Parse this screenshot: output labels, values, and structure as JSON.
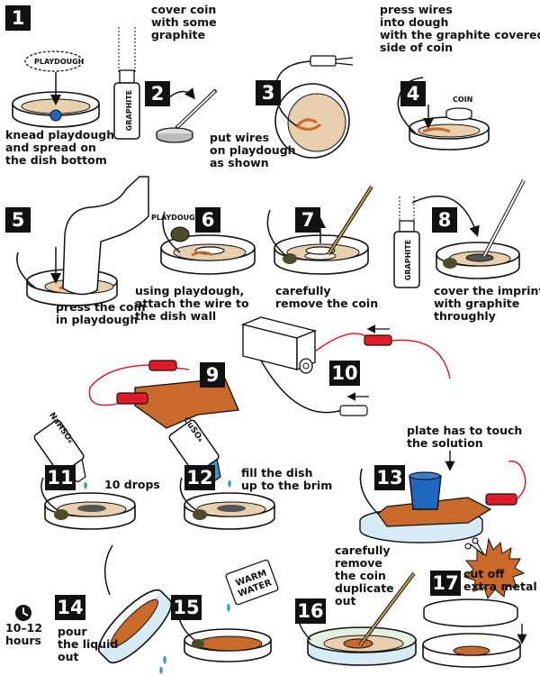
{
  "steps": {
    "s1": {
      "num": "1",
      "caption": [
        "knead playdough",
        "and spread on",
        "the dish bottom"
      ],
      "label": "PLAYDOUGH"
    },
    "s2": {
      "num": "2",
      "caption": [
        "cover coin",
        "with some",
        "graphite"
      ],
      "label": "GRAPHITE"
    },
    "s3": {
      "num": "3",
      "caption": [
        "put wires",
        "on playdough",
        "as shown"
      ]
    },
    "s4": {
      "num": "4",
      "caption": [
        "press wires",
        "into dough",
        "with the graphite covered",
        "side of coin"
      ],
      "label": "COIN"
    },
    "s5": {
      "num": "5",
      "caption": [
        "press the coin",
        "in playdough"
      ]
    },
    "s6": {
      "num": "6",
      "caption": [
        "using playdough,",
        "attach the wire to",
        "the dish wall"
      ],
      "label": "PLAYDOUGH"
    },
    "s7": {
      "num": "7",
      "caption": [
        "carefully",
        "remove the coin"
      ]
    },
    "s8": {
      "num": "8",
      "caption": [
        "cover the imprint",
        "with graphite",
        "throughly"
      ],
      "label": "GRAPHITE"
    },
    "s9": {
      "num": "9"
    },
    "s10": {
      "num": "10"
    },
    "s11": {
      "num": "11",
      "caption": [
        "10 drops"
      ],
      "label": "NaHSO₄"
    },
    "s12": {
      "num": "12",
      "caption": [
        "fill the dish",
        "up to the brim"
      ],
      "label": "CuSO₄"
    },
    "s13": {
      "num": "13",
      "caption": [
        "plate has to touch",
        "the solution"
      ]
    },
    "s14": {
      "num": "14",
      "caption": [
        "pour",
        "the liquid",
        "out"
      ],
      "wait": [
        "10–12",
        "hours"
      ]
    },
    "s15": {
      "num": "15",
      "label": [
        "WARM",
        "WATER"
      ]
    },
    "s16": {
      "num": "16",
      "caption": [
        "carefully",
        "remove",
        "the coin",
        "duplicate",
        "out"
      ]
    },
    "s17": {
      "num": "17",
      "caption": [
        "cut off",
        "extra metal"
      ]
    }
  },
  "colors": {
    "dough": "#e8cfae",
    "copper": "#c96a2a",
    "wire_red": "#e21b2a",
    "blue_coin": "#1f67c0",
    "solution": "#d6ebf6",
    "cuso4": "#3b9bc8",
    "ink": "#111111"
  },
  "icons": [
    "arrow-icon",
    "clock-icon",
    "drop-icon",
    "battery-icon",
    "alligator-clip-icon",
    "brush-icon",
    "finger-icon",
    "scissors-icon"
  ]
}
